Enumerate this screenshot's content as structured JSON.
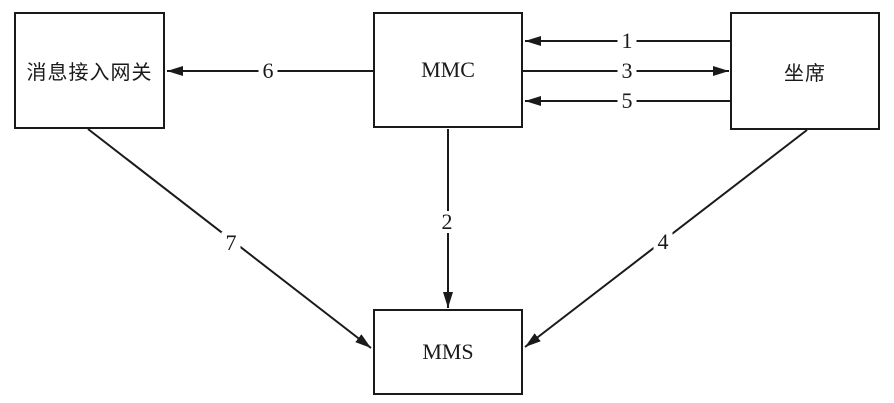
{
  "diagram": {
    "title": "",
    "colors": {
      "line": "#1a1a1a",
      "background": "#ffffff"
    },
    "nodes": [
      {
        "id": "gateway",
        "label": "消息接入网关"
      },
      {
        "id": "mmc",
        "label": "MMC"
      },
      {
        "id": "agent",
        "label": "坐席"
      },
      {
        "id": "mms",
        "label": "MMS"
      }
    ],
    "edges": [
      {
        "label": "1",
        "from": "agent",
        "to": "mmc",
        "direction": "left"
      },
      {
        "label": "2",
        "from": "mmc",
        "to": "mms",
        "direction": "down"
      },
      {
        "label": "3",
        "from": "mmc",
        "to": "agent",
        "direction": "right"
      },
      {
        "label": "4",
        "from": "agent",
        "to": "mms",
        "direction": "down-left"
      },
      {
        "label": "5",
        "from": "agent",
        "to": "mmc",
        "direction": "left"
      },
      {
        "label": "6",
        "from": "mmc",
        "to": "gateway",
        "direction": "left"
      },
      {
        "label": "7",
        "from": "gateway",
        "to": "mms",
        "direction": "down-right"
      }
    ]
  }
}
